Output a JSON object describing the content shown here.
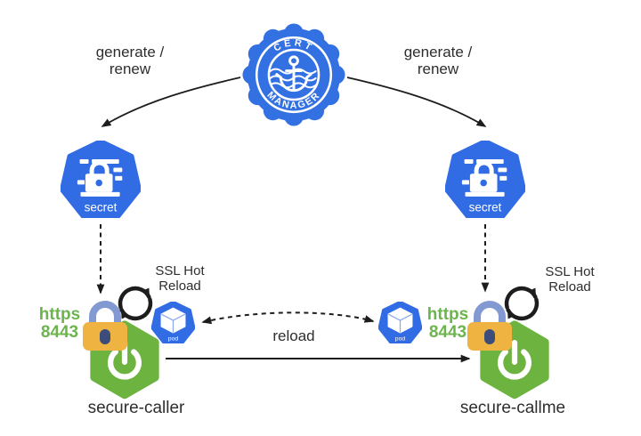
{
  "cert_manager": {
    "badge_text_top": "CERT",
    "badge_text_bottom": "MANAGER"
  },
  "edges": {
    "generate_renew_left": {
      "line1": "generate /",
      "line2": "renew"
    },
    "generate_renew_right": {
      "line1": "generate /",
      "line2": "renew"
    },
    "reload": {
      "label": "reload"
    }
  },
  "secrets": {
    "left": {
      "label": "secret"
    },
    "right": {
      "label": "secret"
    }
  },
  "pods": {
    "left": {
      "label": "pod"
    },
    "right": {
      "label": "pod"
    }
  },
  "services": {
    "left": {
      "name": "secure-caller",
      "protocol": "https",
      "port": "8443",
      "hot_reload_line1": "SSL Hot",
      "hot_reload_line2": "Reload"
    },
    "right": {
      "name": "secure-callme",
      "protocol": "https",
      "port": "8443",
      "hot_reload_line1": "SSL Hot",
      "hot_reload_line2": "Reload"
    }
  },
  "colors": {
    "badge_blue": "#3371e3",
    "k8s_blue": "#326ce5",
    "spring_green": "#6db33f",
    "https_green": "#6cb44e",
    "lock_shackle": "#8399d1",
    "lock_body": "#efb342",
    "lock_keyhole": "#3d4d7a",
    "line_black": "#1d1d1d",
    "text_dark": "#2e2e2e"
  }
}
